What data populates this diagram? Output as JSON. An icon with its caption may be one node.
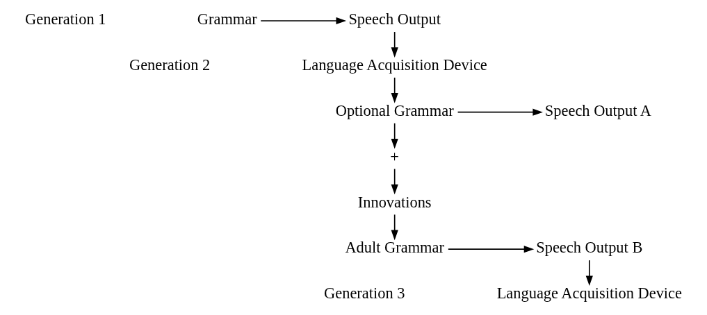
{
  "diagram": {
    "nodes": [
      {
        "text": [
          "Grammar"
        ]
      },
      {
        "text": [
          "Speech Output"
        ]
      },
      {
        "text": [
          "Language Acquisition Device"
        ]
      },
      {
        "text": [
          "Optional Grammar"
        ]
      },
      {
        "text": [
          "Speech Output A"
        ]
      },
      {
        "text": [
          "+"
        ]
      },
      {
        "text": [
          "Innovations"
        ]
      },
      {
        "text": [
          "Adult Grammar"
        ]
      },
      {
        "text": [
          "Speech Output B"
        ]
      },
      {
        "text": [
          "Language Acquisition Device"
        ]
      }
    ],
    "edges": [
      {
        "from": 0,
        "to": 1,
        "arrow": "to"
      },
      {
        "from": 1,
        "to": 2,
        "arrow": "to"
      },
      {
        "from": 2,
        "to": 3,
        "arrow": "to"
      },
      {
        "from": 3,
        "to": 4,
        "arrow": "to"
      },
      {
        "from": 3,
        "to": 5,
        "arrow": "to"
      },
      {
        "from": 5,
        "to": 6,
        "arrow": "to"
      },
      {
        "from": 6,
        "to": 7,
        "arrow": "to"
      },
      {
        "from": 7,
        "to": 8,
        "arrow": "to"
      },
      {
        "from": 8,
        "to": 9,
        "arrow": "to"
      }
    ],
    "labels": [
      "Generation 1",
      "Generation 2",
      "Generation 3"
    ]
  }
}
